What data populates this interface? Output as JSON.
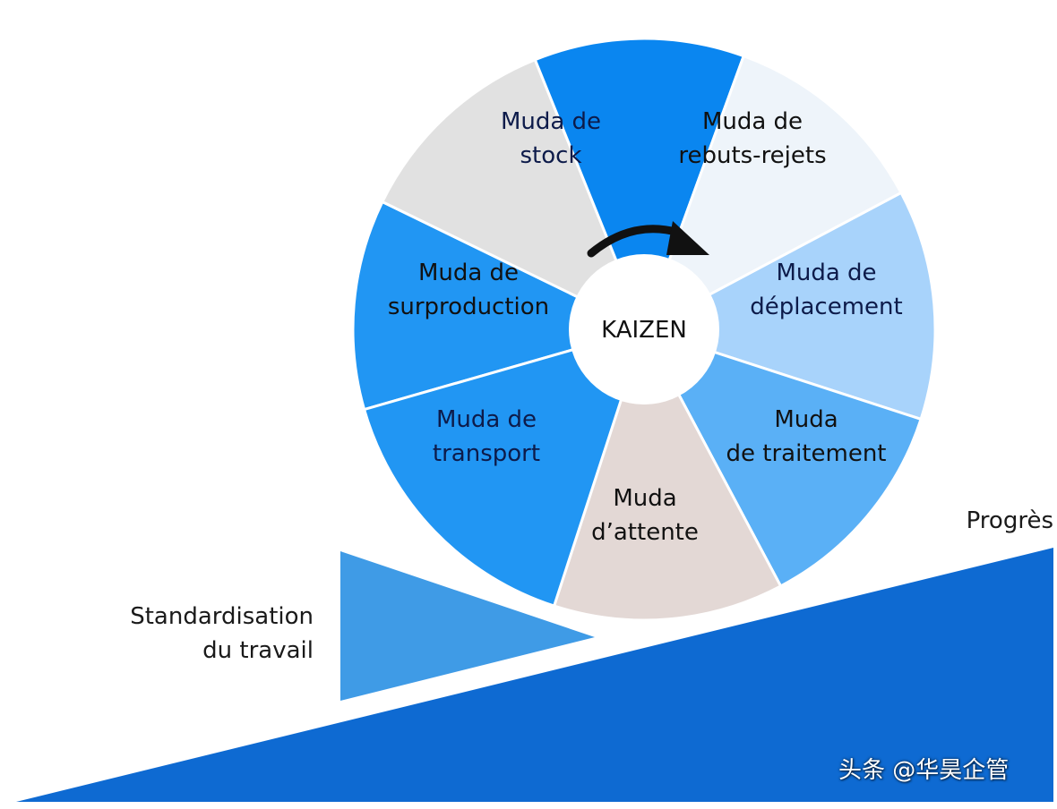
{
  "center": {
    "text": "KAIZEN"
  },
  "segments": [
    {
      "line1": "Muda de",
      "line2": "stock",
      "fill": "#2196F3",
      "text_color": "#0d1b4a"
    },
    {
      "line1": "Muda de",
      "line2": "rebuts-rejets",
      "fill": "#E1E1E1",
      "text_color": "#111111"
    },
    {
      "line1": "Muda de",
      "line2": "déplacement",
      "fill": "#0A86F0",
      "text_color": "#0d1b4a"
    },
    {
      "line1": "Muda",
      "line2": "de traitement",
      "fill": "#EEF4FA",
      "text_color": "#111111"
    },
    {
      "line1": "Muda",
      "line2": "d’attente",
      "fill": "#A8D3FB",
      "text_color": "#111111"
    },
    {
      "line1": "Muda de",
      "line2": "transport",
      "fill": "#5AB0F6",
      "text_color": "#0d1b4a"
    },
    {
      "line1": "Muda de",
      "line2": "surproduction",
      "fill": "#E3D8D5",
      "text_color": "#111111"
    }
  ],
  "wedge": {
    "line1": "Standardisation",
    "line2": "du travail",
    "fill": "#3F9BE6"
  },
  "slope": {
    "label": "Progrès",
    "fill": "#0E6AD2"
  },
  "watermark": {
    "text": "头条 @华昊企管"
  },
  "colors": {
    "ring_edge": "#ffffff",
    "arrow": "#111111"
  }
}
